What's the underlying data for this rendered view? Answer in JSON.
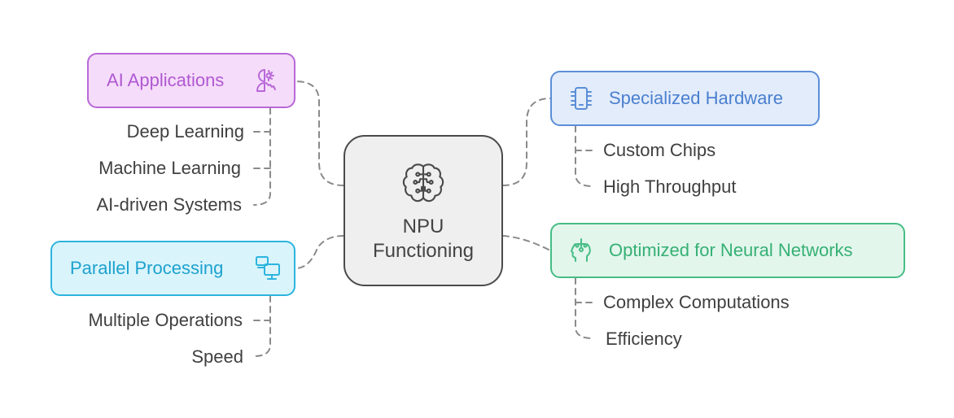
{
  "diagram": {
    "center": {
      "label": "NPU Functioning",
      "icon": "brain-circuit-icon"
    },
    "branches": [
      {
        "id": "ai",
        "label": "AI Applications",
        "icon": "person-gear-icon",
        "color": "#b868d8",
        "fill": "#f5dcfa",
        "side": "left",
        "children": [
          "Deep Learning",
          "Machine Learning",
          "AI-driven Systems"
        ]
      },
      {
        "id": "par",
        "label": "Parallel Processing",
        "icon": "dual-monitor-icon",
        "color": "#2db4df",
        "fill": "#d9f4fb",
        "side": "left",
        "children": [
          "Multiple Operations",
          "Speed"
        ]
      },
      {
        "id": "hw",
        "label": "Specialized Hardware",
        "icon": "chip-icon",
        "color": "#5b8ed8",
        "fill": "#e3ecfb",
        "side": "right",
        "children": [
          "Custom Chips",
          "High Throughput"
        ]
      },
      {
        "id": "nn",
        "label": "Optimized for Neural Networks",
        "icon": "head-circuit-icon",
        "color": "#46bd85",
        "fill": "#e2f6ec",
        "side": "right",
        "children": [
          "Complex Computations",
          "Efficiency"
        ]
      }
    ],
    "connector_color": "#8a8a8a"
  }
}
